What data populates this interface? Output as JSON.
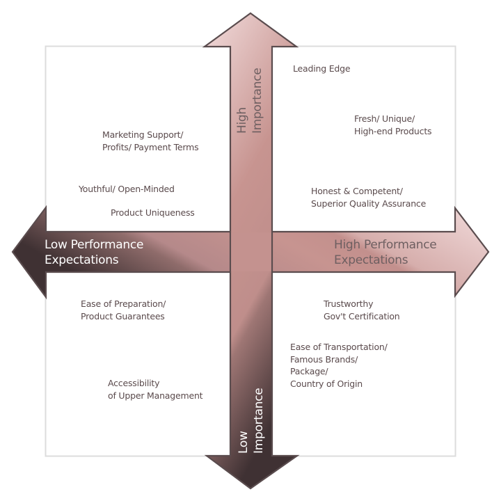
{
  "diagram": {
    "type": "quadrant-matrix",
    "axes": {
      "top": "High\nImportance",
      "bottom": "Low\nImportance",
      "left": "Low Performance\nExpectations",
      "right": "High Performance\nExpectations"
    },
    "quadrants": {
      "top_left": [
        "Marketing Support/\nProfits/ Payment Terms",
        "Youthful/ Open-Minded",
        "Product Uniqueness"
      ],
      "top_right": [
        "Leading Edge",
        "Fresh/ Unique/\nHigh-end Products",
        "Honest & Competent/\nSuperior Quality Assurance"
      ],
      "bottom_left": [
        "Ease of Preparation/\nProduct Guarantees",
        "Accessibility\nof Upper Management"
      ],
      "bottom_right": [
        "Trustworthy\nGov't Certification",
        "Ease of Transportation/\nFamous Brands/\nPackage/\nCountry of Origin"
      ]
    },
    "colors": {
      "arrow_light": "#f0d6d6",
      "arrow_mid": "#c48f8c",
      "arrow_dark": "#4a3b3d",
      "arrow_outline": "#5a4c4e",
      "frame": "#dcdcdc",
      "text": "#5a4a4c"
    }
  }
}
